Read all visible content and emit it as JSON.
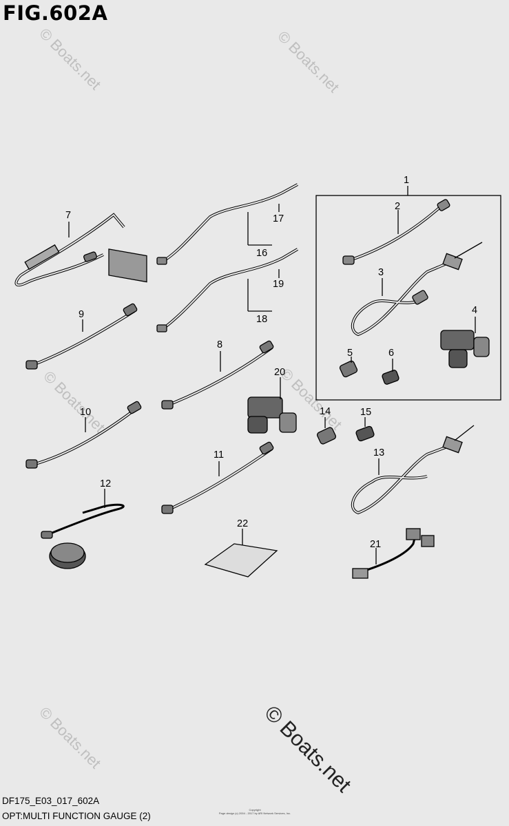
{
  "figure": {
    "title": "FIG.602A",
    "code": "DF175_E03_017_602A",
    "subtitle": "OPT:MULTI FUNCTION GAUGE (2)"
  },
  "watermark": {
    "small_text": "© Boats.net",
    "large_text": "© Boats.net"
  },
  "copyright_lines": [
    "Copyright",
    "Page design (c) 2004 - 2017 by ARI Network Services, Inc."
  ],
  "callouts": [
    "1",
    "2",
    "3",
    "4",
    "5",
    "6",
    "7",
    "8",
    "9",
    "10",
    "11",
    "12",
    "13",
    "14",
    "15",
    "16",
    "17",
    "18",
    "19",
    "20",
    "21",
    "22"
  ],
  "colors": {
    "background": "#e9e9e9",
    "line": "#000000"
  }
}
